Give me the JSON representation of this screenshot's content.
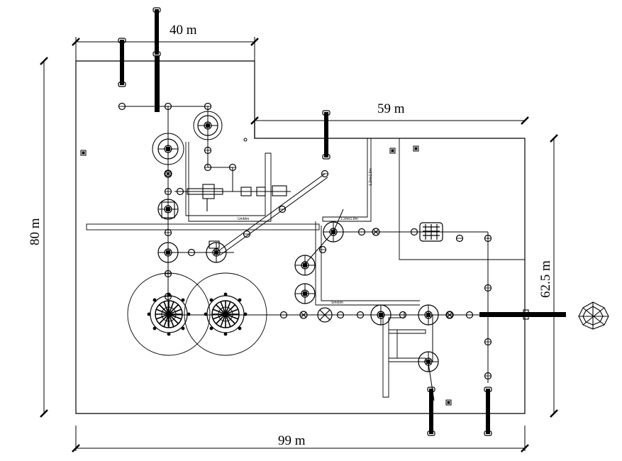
{
  "dimensions": {
    "top_width": "40 m",
    "upper_right_width": "59 m",
    "left_height": "80 m",
    "right_height": "62.5 m",
    "bottom_width": "99 m"
  },
  "duct_labels": {
    "upper_trench": "Umfdm",
    "vertical_trench": "1.2mx1.8m",
    "middle_trench": "1.2mx1.8m",
    "lower_trench": "Smx6m"
  },
  "colors": {
    "line": "#000000",
    "background": "#ffffff"
  }
}
